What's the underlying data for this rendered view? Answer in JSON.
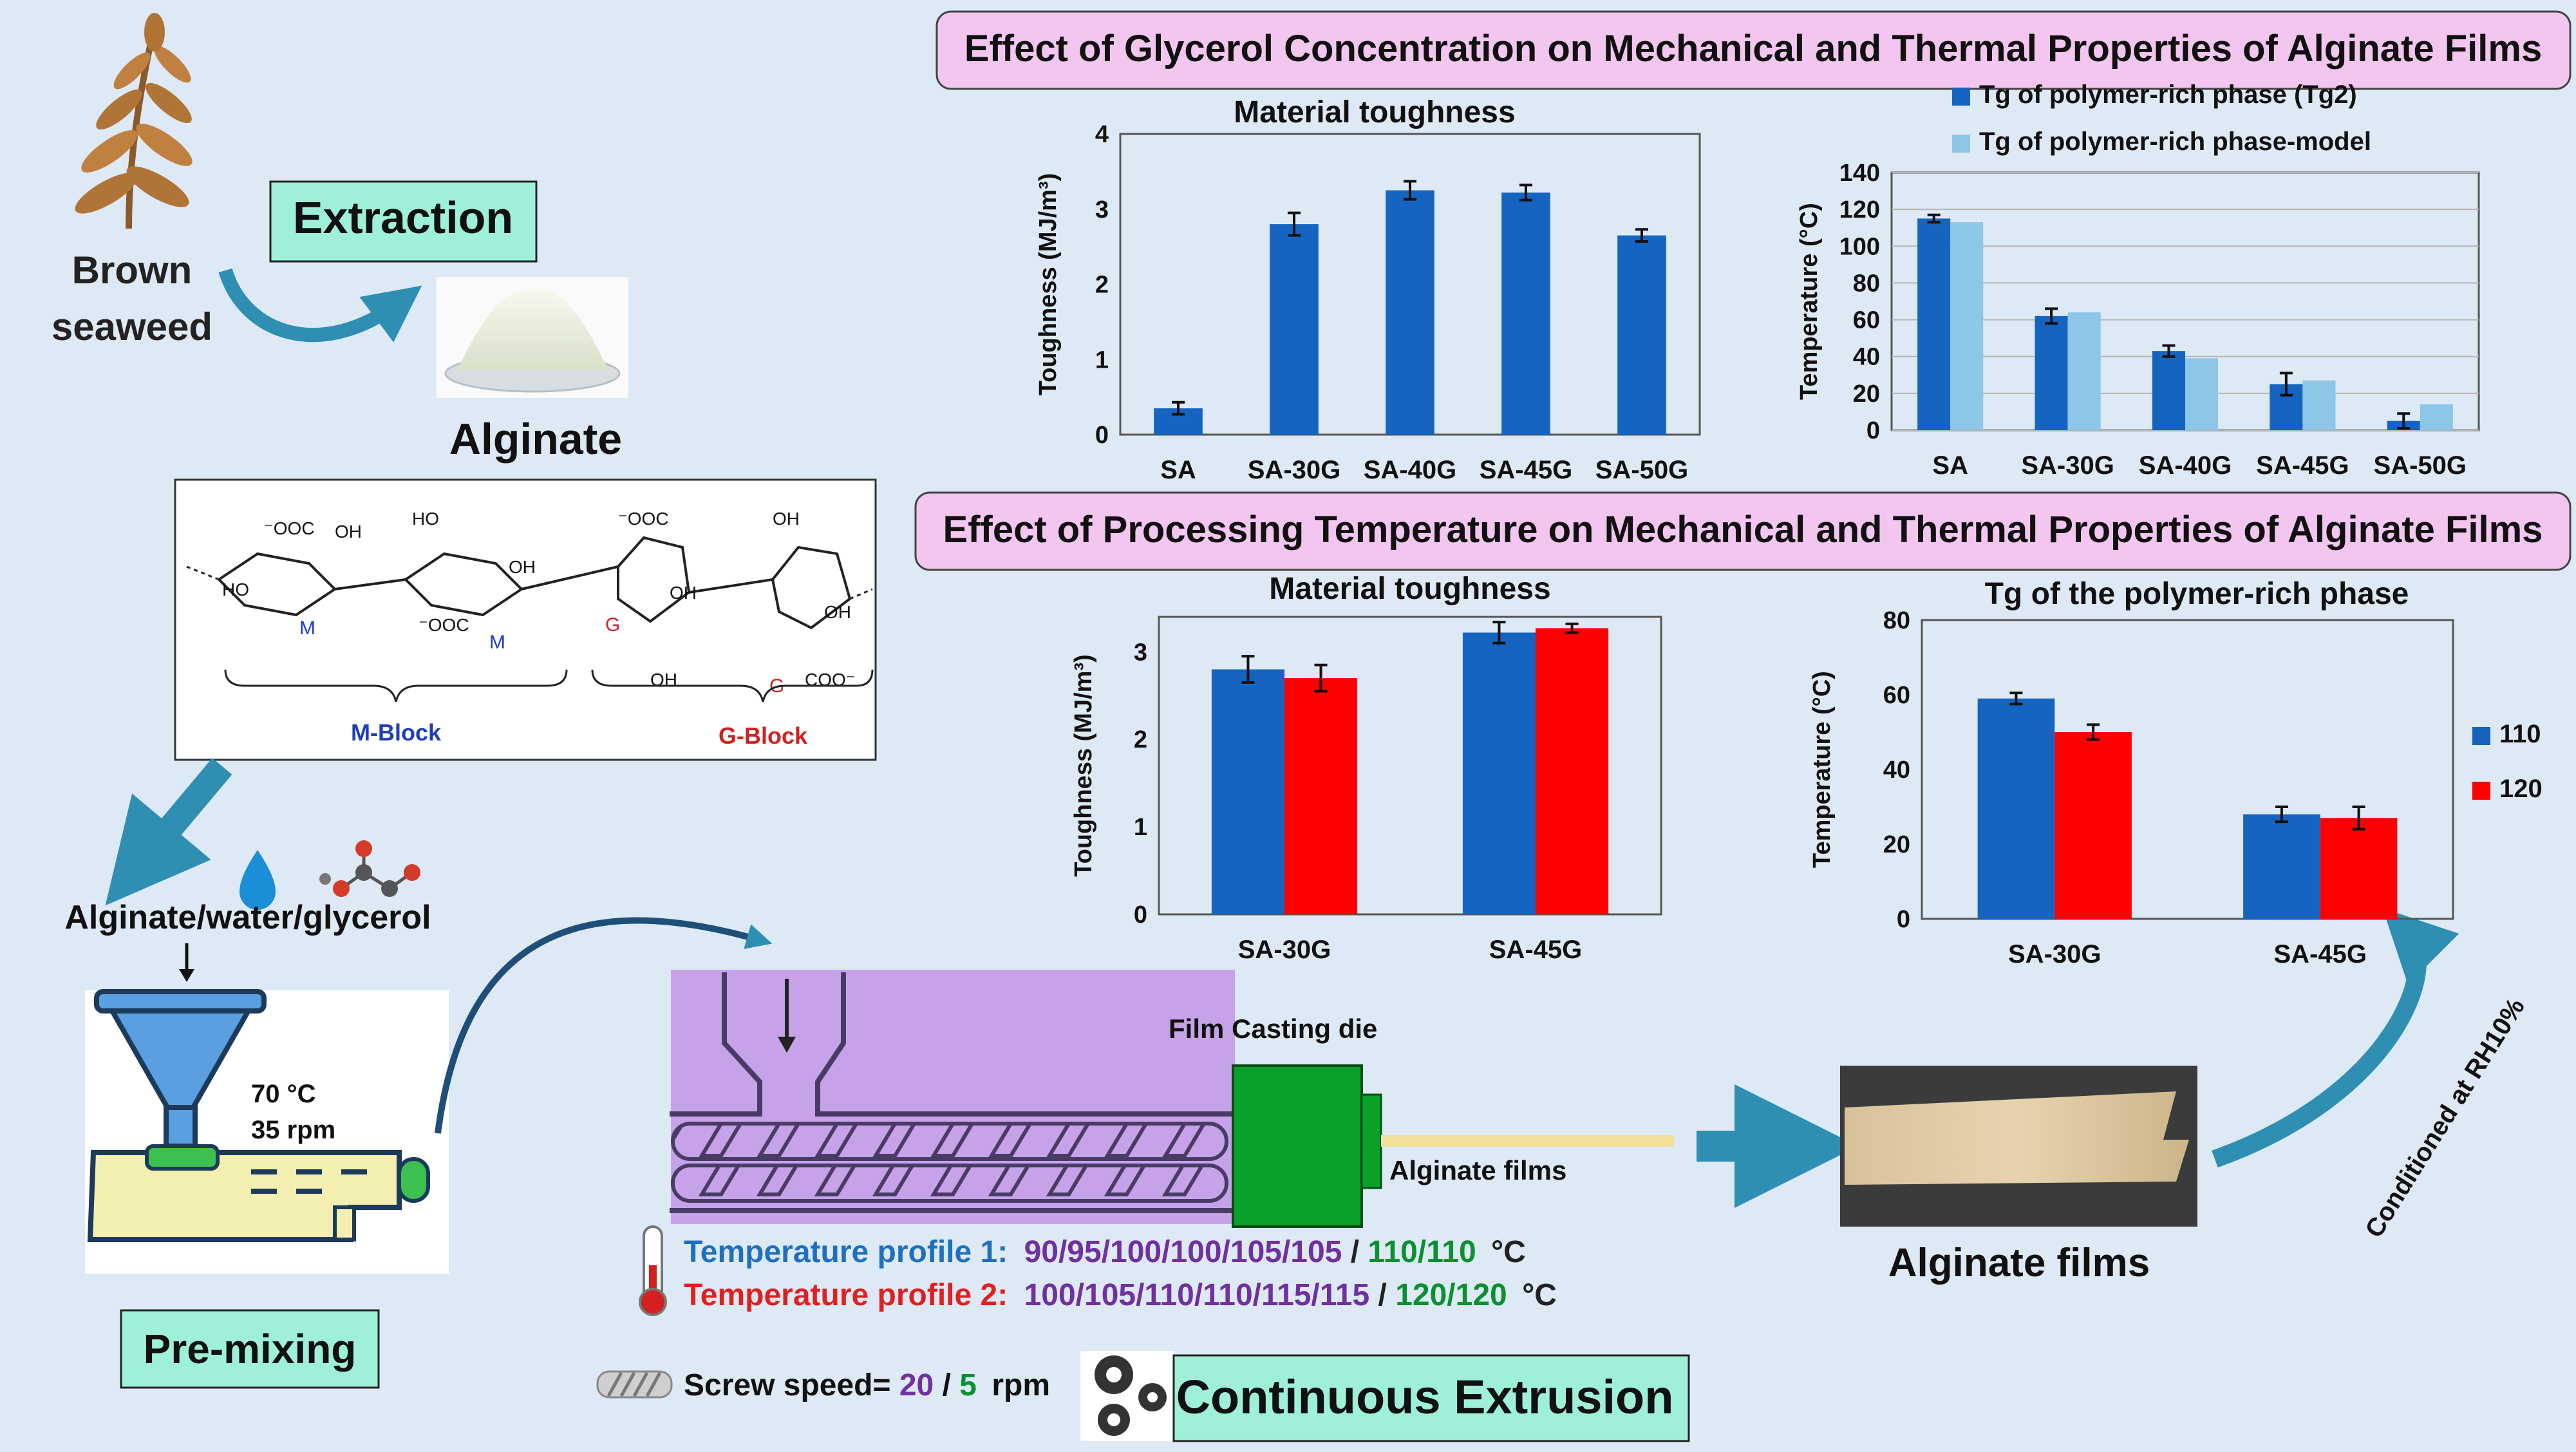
{
  "left": {
    "seaweed_line1": "Brown",
    "seaweed_line2": "seaweed",
    "extraction": "Extraction",
    "alginate": "Alginate",
    "mixture": "Alginate/water/glycerol",
    "premixing": "Pre-mixing"
  },
  "structure": {
    "coo1": "⁻OOC",
    "coo2": "⁻OOC",
    "coo3": "COO⁻",
    "oh": "OH",
    "ho": "HO",
    "m": "M",
    "g": "G",
    "m_block": "M-Block",
    "g_block": "G-Block"
  },
  "premix": {
    "temperature": "70 °C",
    "speed": "35 rpm"
  },
  "extrusion": {
    "die_label": "Film Casting die",
    "films_label": "Alginate films",
    "tp1_label": "Temperature profile 1:",
    "tp1_purple": "90/95/100/100/105/105",
    "tp1_green": "110/110",
    "tp2_label": "Temperature profile 2:",
    "tp2_purple": "100/105/110/110/115/115",
    "tp2_green": "120/120",
    "slash": "/",
    "unit": "°C",
    "speed_label": "Screw speed=",
    "speed1": "20",
    "speed2": "5",
    "speed_unit": "rpm",
    "title": "Continuous Extrusion"
  },
  "right": {
    "films_label": "Alginate films",
    "conditioned": "Conditioned at RH10%"
  },
  "sections": {
    "glycerol": "Effect of Glycerol Concentration on Mechanical and Thermal Properties of Alginate Films",
    "temperature": "Effect of Processing Temperature on Mechanical and Thermal Properties of Alginate Films"
  },
  "colors": {
    "blue": "#1565c0",
    "light_blue": "#8dc6e6",
    "red": "#ff0000",
    "mint": "#9ff0d8",
    "pink_header": "#f3c6f0",
    "purple_text": "#7030a0",
    "green_text": "#0a9030"
  },
  "chart_data": [
    {
      "type": "bar",
      "title": "Material toughness",
      "ylabel": "Toughness (MJ/m³)",
      "xlabel": "",
      "categories": [
        "SA",
        "SA-30G",
        "SA-40G",
        "SA-45G",
        "SA-50G"
      ],
      "series": [
        {
          "values": [
            0.35,
            2.8,
            3.25,
            3.22,
            2.65
          ],
          "errors": [
            0.08,
            0.15,
            0.12,
            0.1,
            0.08
          ],
          "color": "#1565c0"
        }
      ],
      "ylim": [
        0,
        4
      ],
      "yticks": [
        0,
        1,
        2,
        3,
        4
      ],
      "grid": false,
      "legend": "none"
    },
    {
      "type": "bar",
      "title": "",
      "ylabel": "Temperature (°C)",
      "xlabel": "",
      "categories": [
        "SA",
        "SA-30G",
        "SA-40G",
        "SA-45G",
        "SA-50G"
      ],
      "series": [
        {
          "name": "Tg of polymer-rich phase (Tg2)",
          "values": [
            115,
            62,
            43,
            25,
            5
          ],
          "errors": [
            2,
            4,
            3,
            6,
            4
          ],
          "color": "#1565c0"
        },
        {
          "name": "Tg of polymer-rich phase-model",
          "values": [
            113,
            64,
            39,
            27,
            14
          ],
          "errors": [],
          "color": "#8dc6e6"
        }
      ],
      "ylim": [
        0,
        140
      ],
      "yticks": [
        0,
        20,
        40,
        60,
        80,
        100,
        120,
        140
      ],
      "grid": true,
      "legend": "top"
    },
    {
      "type": "bar",
      "title": "Material toughness",
      "ylabel": "Toughness (MJ/m³)",
      "xlabel": "",
      "categories": [
        "SA-30G",
        "SA-45G"
      ],
      "series": [
        {
          "values": [
            2.8,
            3.22
          ],
          "errors": [
            0.15,
            0.12
          ],
          "color": "#1565c0"
        },
        {
          "values": [
            2.7,
            3.27
          ],
          "errors": [
            0.15,
            0.05
          ],
          "color": "#ff0000"
        }
      ],
      "ylim": [
        0,
        3.4
      ],
      "yticks": [
        0,
        1,
        2,
        3
      ],
      "grid": false,
      "legend": "none"
    },
    {
      "type": "bar",
      "title": "Tg of the polymer-rich phase",
      "ylabel": "Temperature (°C)",
      "xlabel": "",
      "categories": [
        "SA-30G",
        "SA-45G"
      ],
      "series": [
        {
          "name": "110",
          "values": [
            59,
            28
          ],
          "errors": [
            1.5,
            2
          ],
          "color": "#1565c0"
        },
        {
          "name": "120",
          "values": [
            50,
            27
          ],
          "errors": [
            2,
            3
          ],
          "color": "#ff0000"
        }
      ],
      "ylim": [
        0,
        80
      ],
      "yticks": [
        0,
        20,
        40,
        60,
        80
      ],
      "grid": false,
      "legend": "right"
    }
  ]
}
